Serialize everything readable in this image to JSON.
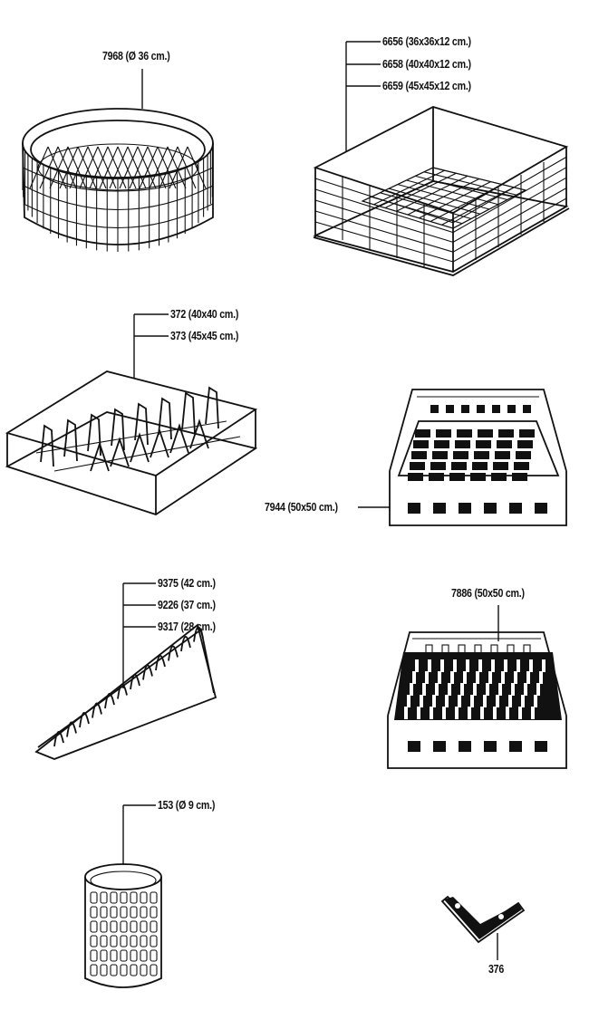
{
  "products": [
    {
      "id": "round-basket",
      "labels": [
        "7968 (Ø 36 cm.)"
      ]
    },
    {
      "id": "square-basket",
      "labels": [
        "6656 (36x36x12 cm.)",
        "6658 (40x40x12 cm.)",
        "6659 (45x45x12 cm.)"
      ]
    },
    {
      "id": "plate-rack-basket",
      "labels": [
        "372 (40x40 cm.)",
        "373 (45x45 cm.)"
      ]
    },
    {
      "id": "cup-rack",
      "labels": [
        "7944 (50x50 cm.)"
      ]
    },
    {
      "id": "plate-holder",
      "labels": [
        "9375 (42 cm.)",
        "9226 (37 cm.)",
        "9317 (28 cm.)"
      ]
    },
    {
      "id": "plate-rack",
      "labels": [
        "7886 (50x50 cm.)"
      ]
    },
    {
      "id": "cutlery-cylinder",
      "labels": [
        "153 (Ø 9 cm.)"
      ]
    },
    {
      "id": "corner-piece",
      "labels": [
        "376"
      ]
    }
  ]
}
